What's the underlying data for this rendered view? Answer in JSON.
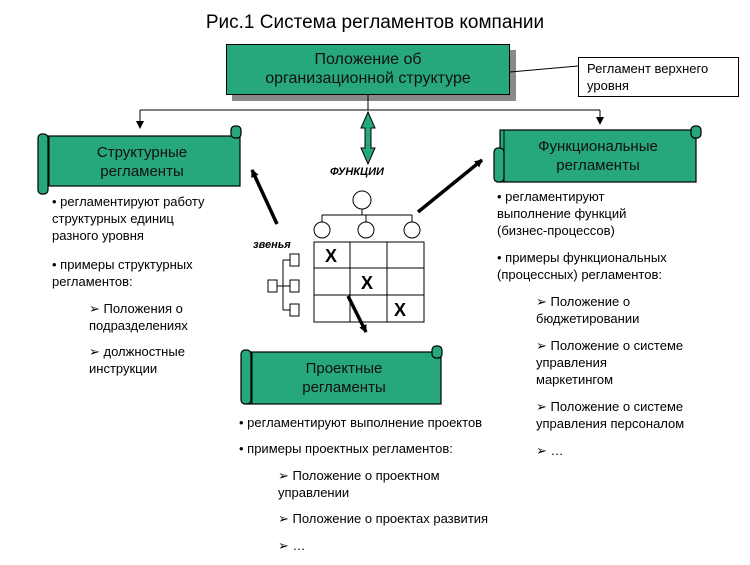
{
  "title": "Рис.1 Система регламентов компании",
  "top_box": {
    "line1": "Положение об",
    "line2": "организационной структуре"
  },
  "callout": {
    "line1": "Регламент верхнего",
    "line2": "уровня"
  },
  "structural": {
    "label1": "Структурные",
    "label2": "регламенты",
    "b1": [
      "• регламентируют работу",
      "структурных единиц",
      "разного уровня"
    ],
    "b2": [
      "• примеры структурных",
      "регламентов:"
    ],
    "s1": [
      "➢ Положения о",
      "подразделениях"
    ],
    "s2": [
      "➢ должностные",
      "инструкции"
    ]
  },
  "functional": {
    "label1": "Функциональные",
    "label2": "регламенты",
    "b1": [
      "• регламентируют",
      "выполнение функций",
      "(бизнес-процессов)"
    ],
    "b2": [
      "• примеры функциональных",
      "(процессных) регламентов:"
    ],
    "s1": [
      "➢ Положение о",
      "бюджетировании"
    ],
    "s2": [
      "➢ Положение о системе",
      "управления",
      "маркетингом"
    ],
    "s3": [
      "➢ Положение о системе",
      "управления персоналом"
    ],
    "s4": [
      "➢ …"
    ]
  },
  "project": {
    "label1": "Проектные",
    "label2": "регламенты",
    "b1": "• регламентируют выполнение проектов",
    "b2": "• примеры проектных регламентов:",
    "s1": [
      "➢ Положение о проектном",
      "управлении"
    ],
    "s2": "➢ Положение о проектах развития",
    "s3": "➢ …"
  },
  "center": {
    "functions_label": "ФУНКЦИИ",
    "units_label": "звенья",
    "x_mark": "X"
  }
}
